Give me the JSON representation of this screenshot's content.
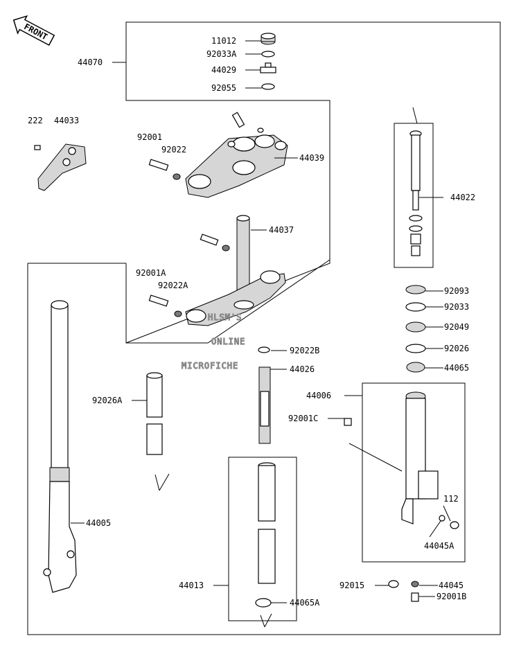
{
  "front_label": "FRONT",
  "watermark": [
    "HLSM'S",
    "ONLINE",
    "MICROFICHE"
  ],
  "parts": {
    "p11012": "11012",
    "p92033A": "92033A",
    "p44029": "44029",
    "p92055": "92055",
    "p44070": "44070",
    "p222": "222",
    "p44033": "44033",
    "p92001": "92001",
    "p92022": "92022",
    "p44039": "44039",
    "p44022": "44022",
    "p44037": "44037",
    "p92001A": "92001A",
    "p92022A": "92022A",
    "p92093": "92093",
    "p92033": "92033",
    "p92049": "92049",
    "p92026": "92026",
    "p44065": "44065",
    "p92022B": "92022B",
    "p44026": "44026",
    "p92026A": "92026A",
    "p44006": "44006",
    "p92001C": "92001C",
    "p112": "112",
    "p44005": "44005",
    "p44045A": "44045A",
    "p44013": "44013",
    "p92015": "92015",
    "p44045": "44045",
    "p92001B": "92001B",
    "p44065A": "44065A"
  }
}
